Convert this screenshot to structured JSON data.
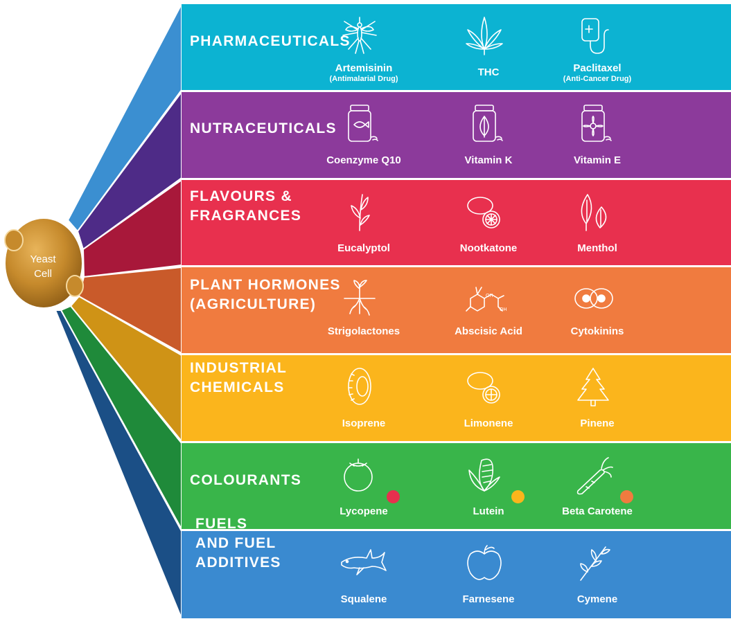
{
  "source": {
    "label_line1": "Yeast",
    "label_line2": "Cell"
  },
  "categories": [
    {
      "title": "PHARMACEUTICALS",
      "color": "#0cb3d2",
      "wedge_color": "#3b8fd1",
      "products": [
        {
          "name": "Artemisinin",
          "note": "(Antimalarial Drug)",
          "icon": "mosquito-icon"
        },
        {
          "name": "THC",
          "note": "",
          "icon": "cannabis-leaf-icon"
        },
        {
          "name": "Paclitaxel",
          "note": "(Anti-Cancer Drug)",
          "icon": "iv-bag-icon"
        }
      ]
    },
    {
      "title": "NUTRACEUTICALS",
      "color": "#8c3a9b",
      "wedge_color": "#4e2b87",
      "products": [
        {
          "name": "Coenzyme Q10",
          "note": "",
          "icon": "fish-bottle-icon"
        },
        {
          "name": "Vitamin K",
          "note": "",
          "icon": "leaf-bottle-icon"
        },
        {
          "name": "Vitamin E",
          "note": "",
          "icon": "flower-bottle-icon"
        }
      ]
    },
    {
      "title": "FLAVOURS &\nFRAGRANCES",
      "color": "#e8304e",
      "wedge_color": "#a8183a",
      "products": [
        {
          "name": "Eucalyptol",
          "note": "",
          "icon": "eucalyptus-sprig-icon"
        },
        {
          "name": "Nootkatone",
          "note": "",
          "icon": "grapefruit-icon"
        },
        {
          "name": "Menthol",
          "note": "",
          "icon": "mint-leaves-icon"
        }
      ]
    },
    {
      "title": "PLANT HORMONES\n(AGRICULTURE)",
      "color": "#f07b3f",
      "wedge_color": "#c95a2a",
      "products": [
        {
          "name": "Strigolactones",
          "note": "",
          "icon": "seedling-roots-icon"
        },
        {
          "name": "Abscisic Acid",
          "note": "",
          "icon": "molecule-structure-icon"
        },
        {
          "name": "Cytokinins",
          "note": "",
          "icon": "dividing-cell-icon"
        }
      ]
    },
    {
      "title": "INDUSTRIAL\nCHEMICALS",
      "color": "#fbb51c",
      "wedge_color": "#cf9316",
      "products": [
        {
          "name": "Isoprene",
          "note": "",
          "icon": "tire-icon"
        },
        {
          "name": "Limonene",
          "note": "",
          "icon": "lemon-icon"
        },
        {
          "name": "Pinene",
          "note": "",
          "icon": "pine-tree-icon"
        }
      ]
    },
    {
      "title": "COLOURANTS",
      "color": "#39b54a",
      "wedge_color": "#1f8a3a",
      "products": [
        {
          "name": "Lycopene",
          "note": "",
          "icon": "tomato-icon",
          "swatch": "#e8304e"
        },
        {
          "name": "Lutein",
          "note": "",
          "icon": "corn-icon",
          "swatch": "#fbb51c"
        },
        {
          "name": "Beta Carotene",
          "note": "",
          "icon": "carrot-icon",
          "swatch": "#f07b3f"
        }
      ]
    },
    {
      "title": "FUELS\nAND FUEL\nADDITIVES",
      "color": "#3a8ad0",
      "wedge_color": "#1b4f86",
      "products": [
        {
          "name": "Squalene",
          "note": "",
          "icon": "shark-icon"
        },
        {
          "name": "Farnesene",
          "note": "",
          "icon": "apple-icon"
        },
        {
          "name": "Cymene",
          "note": "",
          "icon": "herb-sprig-icon"
        }
      ]
    }
  ]
}
